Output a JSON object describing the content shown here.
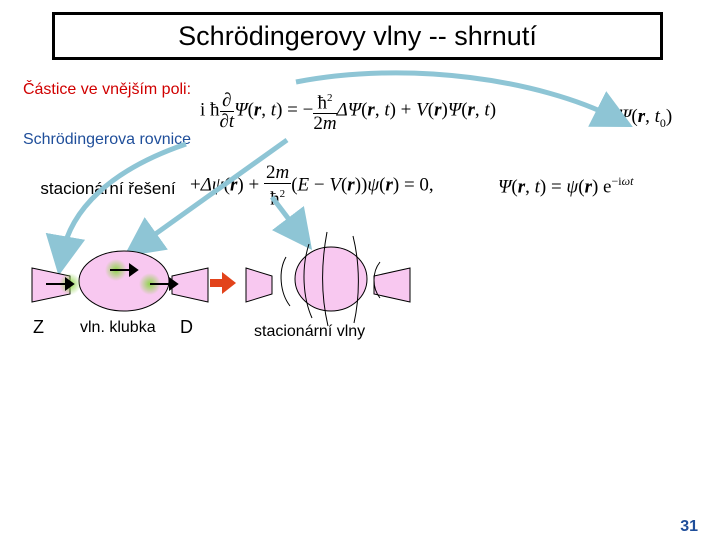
{
  "title": "Schrödingerovy vlny -- shrnutí",
  "labels": {
    "outer_particle": "Částice ve vnějším poli:",
    "equation": "Schrödingerova rovnice",
    "stationary_solution": "stacionární řešení",
    "z": "Z",
    "packet": "vln. klubka",
    "d": "D",
    "stationary_waves": "stacionární vlny"
  },
  "page_number": "31",
  "colors": {
    "label_red": "#d00000",
    "label_blue": "#1f4e9a",
    "arrow_light_blue": "#8ec5d5",
    "arrow_orange": "#e2431b",
    "packet_fill": "#f8c8f0",
    "glow_green": "#8fd44a"
  }
}
